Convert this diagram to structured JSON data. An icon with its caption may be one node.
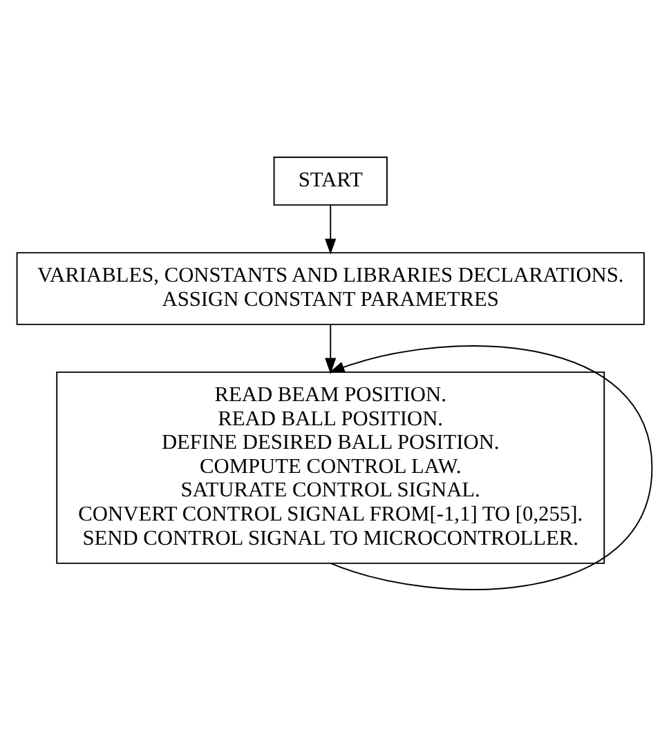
{
  "diagram": {
    "nodes": [
      {
        "text": [
          "START"
        ]
      },
      {
        "text": [
          "VARIABLES, CONSTANTS AND LIBRARIES DECLARATIONS.",
          "ASSIGN CONSTANT PARAMETRES"
        ]
      },
      {
        "text": [
          "READ BEAM POSITION.",
          "READ BALL POSITION.",
          "DEFINE DESIRED BALL POSITION.",
          "COMPUTE CONTROL LAW.",
          "SATURATE CONTROL SIGNAL.",
          "CONVERT CONTROL SIGNAL FROM[-1,1] TO [0,255].",
          "SEND CONTROL SIGNAL TO MICROCONTROLLER."
        ]
      }
    ],
    "edges": [
      {
        "from": 0,
        "to": 1,
        "arrow": "to"
      },
      {
        "from": 1,
        "to": 2,
        "arrow": "to"
      },
      {
        "from": 2,
        "to": 2,
        "arrow": "to"
      }
    ]
  }
}
